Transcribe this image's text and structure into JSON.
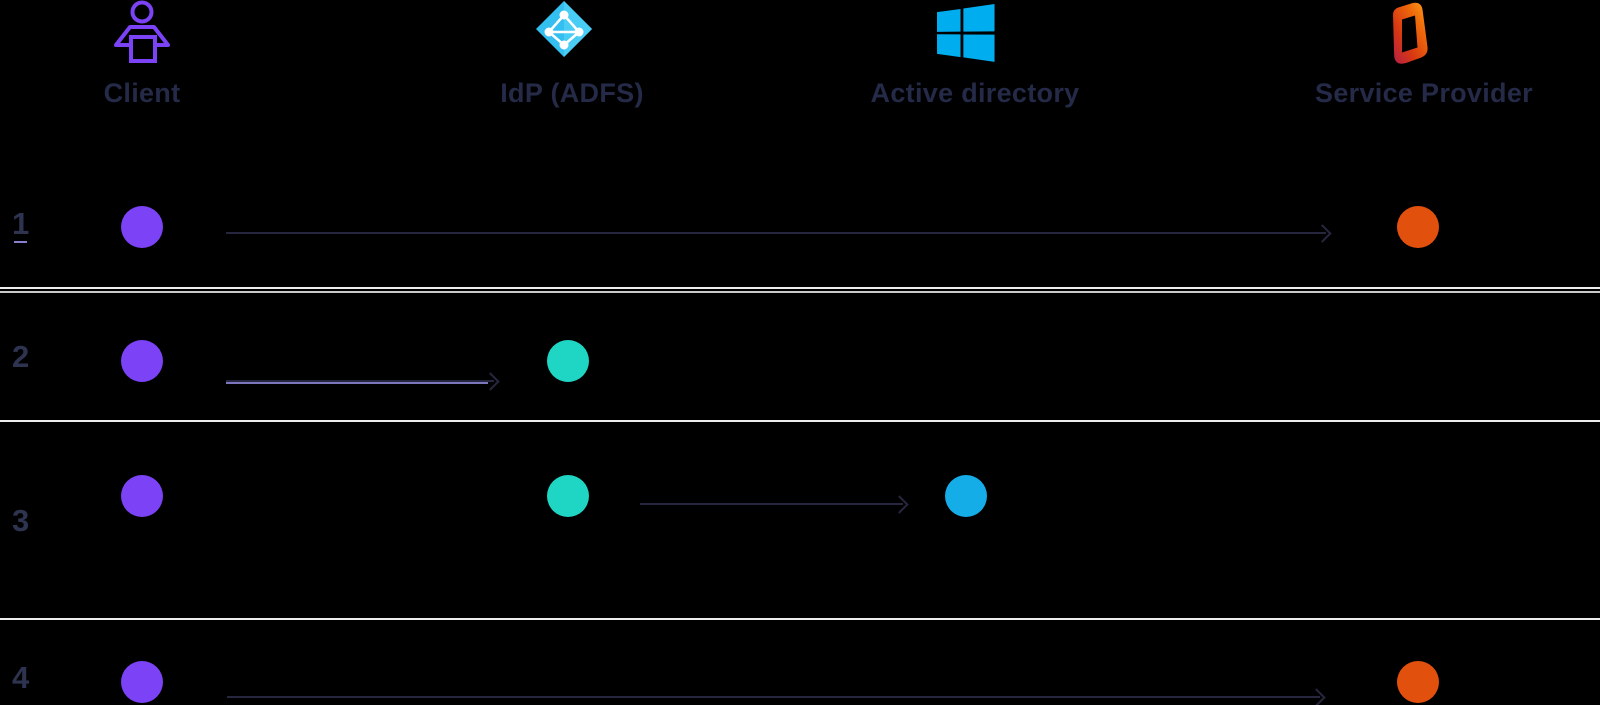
{
  "header": {
    "columns": [
      {
        "id": "client",
        "label": "Client",
        "icon": "person-icon",
        "icon_color": "#7B42F6"
      },
      {
        "id": "idp",
        "label": "IdP (ADFS)",
        "icon": "azure-ad-icon",
        "icon_color": "#33BFEF"
      },
      {
        "id": "ad",
        "label": "Active directory",
        "icon": "windows-icon",
        "icon_color": "#00ADEF"
      },
      {
        "id": "sp",
        "label": "Service Provider",
        "icon": "office-icon",
        "icon_color": "#E2500D"
      }
    ]
  },
  "rows": [
    {
      "number": "1",
      "actors": [
        "client",
        "sp"
      ],
      "arrow": {
        "from": "client",
        "to": "sp"
      }
    },
    {
      "number": "2",
      "actors": [
        "client",
        "idp"
      ],
      "arrow": {
        "from": "client",
        "to": "idp"
      }
    },
    {
      "number": "3",
      "actors": [
        "client",
        "idp",
        "ad"
      ],
      "arrow": {
        "from": "idp",
        "to": "ad"
      }
    },
    {
      "number": "4",
      "actors": [
        "client",
        "sp"
      ],
      "arrow": {
        "from": "client",
        "to": "sp"
      }
    }
  ],
  "colors": {
    "background": "#000000",
    "client_dot": "#7B42F6",
    "idp_dot": "#1FD5C3",
    "ad_dot": "#14ADE8",
    "sp_dot": "#E2500D",
    "arrow_line": "#26263E",
    "label_text": "#242A47",
    "number_text": "#2E3350",
    "separator": "#EDEDED"
  }
}
